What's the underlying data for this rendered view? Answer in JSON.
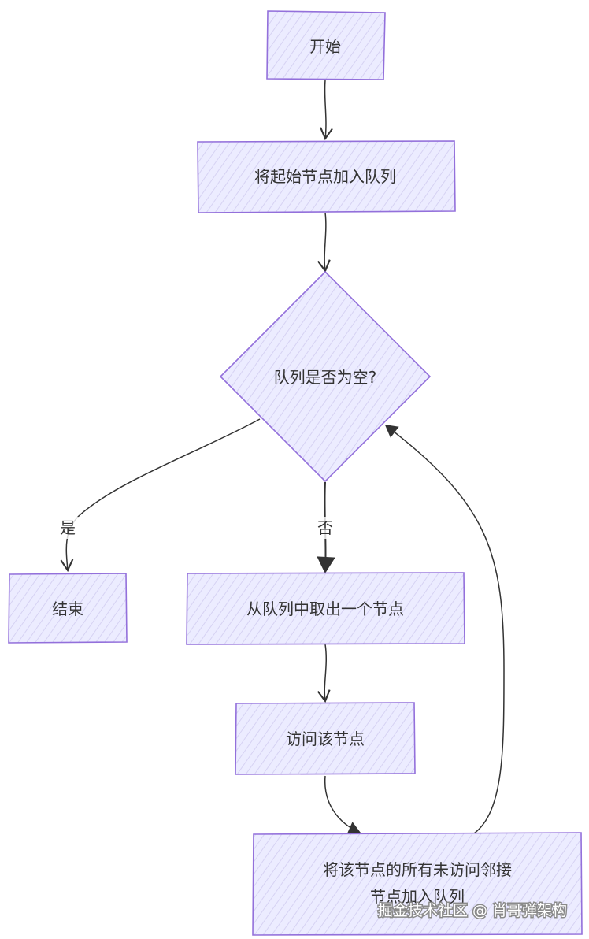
{
  "nodes": {
    "start": "开始",
    "enqueue_start": "将起始节点加入队列",
    "is_empty": "队列是否为空?",
    "end": "结束",
    "dequeue": "从队列中取出一个节点",
    "visit": "访问该节点",
    "enqueue_neighbors_line1": "将该节点的所有未访问邻接",
    "enqueue_neighbors_line2": "节点加入队列"
  },
  "edges": {
    "yes": "是",
    "no": "否"
  },
  "watermark": "掘金技术社区 @ 肖哥弹架构",
  "colors": {
    "node_fill": "#ECECFF",
    "node_stroke": "#9370DB",
    "edge": "#333333"
  }
}
